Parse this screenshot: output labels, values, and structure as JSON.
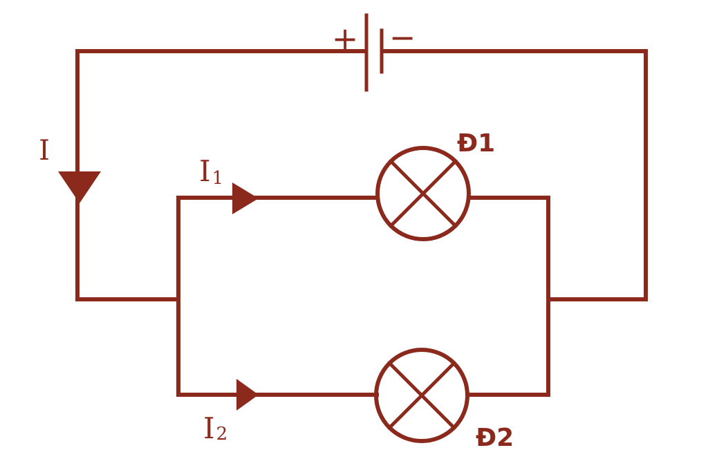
{
  "colors": {
    "wire": "#8B2A1C",
    "background": "#FFFFFF"
  },
  "circuit": {
    "source": {
      "plus_label": "+",
      "minus_label": "−"
    },
    "currents": {
      "main_label": "I",
      "branch1_main": "I",
      "branch1_sub": "1",
      "branch2_main": "I",
      "branch2_sub": "2"
    },
    "lamps": {
      "lamp1_label": "Đ1",
      "lamp2_label": "Đ2"
    }
  }
}
